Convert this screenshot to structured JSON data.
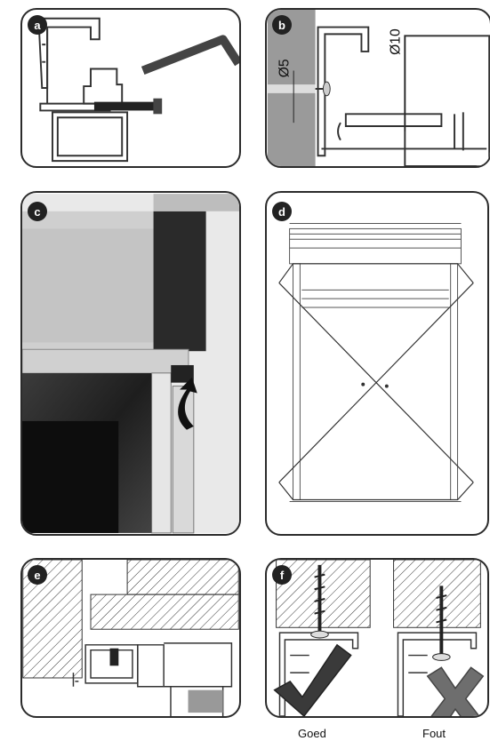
{
  "panels": [
    {
      "label": "a"
    },
    {
      "label": "b",
      "dimensions": [
        "Ø5",
        "Ø10"
      ]
    },
    {
      "label": "c"
    },
    {
      "label": "d"
    },
    {
      "label": "e"
    },
    {
      "label": "f",
      "captions": [
        "Goed",
        "Fout"
      ]
    }
  ],
  "colors": {
    "outline": "#2b2b2b",
    "good_mark": "#3a3a3a",
    "bad_mark": "#6e6e6e"
  }
}
